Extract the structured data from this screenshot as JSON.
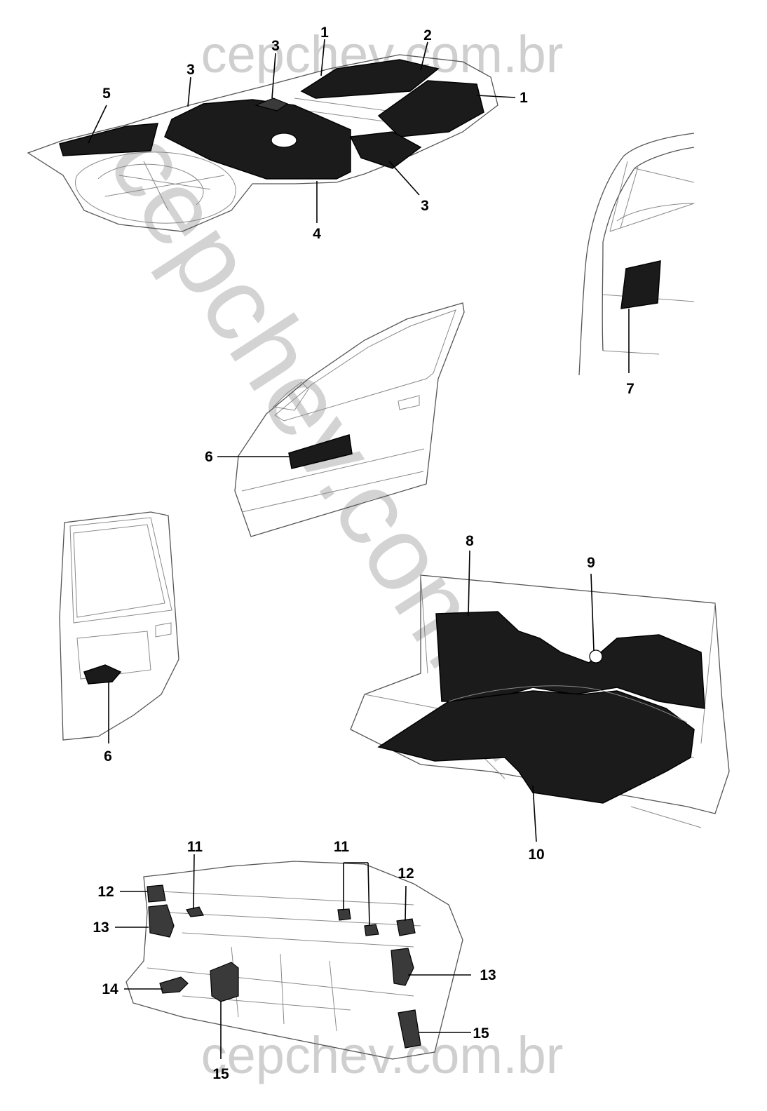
{
  "watermarks": {
    "top": "cepchev.com.br",
    "bottom": "cepchev.com.br",
    "diagonal": "cepchev.com.br"
  },
  "callouts": {
    "floor_front_1a": "1",
    "floor_front_1b": "1",
    "floor_front_2": "2",
    "floor_center_3a": "3",
    "floor_center_3b": "3",
    "floor_center_3c": "3",
    "floor_main_4": "4",
    "floor_rear_5": "5",
    "front_door_6": "6",
    "quarter_panel_7": "7",
    "rear_door_6": "6",
    "dash_8": "8",
    "plug_9": "9",
    "front_floor_10": "10",
    "engine_11a": "11",
    "engine_11b": "11",
    "engine_12a": "12",
    "engine_12b": "12",
    "engine_13a": "13",
    "engine_13b": "13",
    "engine_14": "14",
    "engine_15a": "15",
    "engine_15b": "15"
  }
}
